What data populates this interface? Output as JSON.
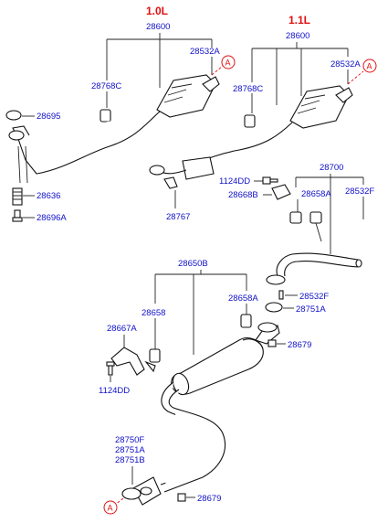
{
  "headers": {
    "engine_1_0": "1.0L",
    "engine_1_1": "1.1L"
  },
  "ref_mark": "A",
  "parts": {
    "p28600_left": "28600",
    "p28532A_left": "28532A",
    "p28768C_left": "28768C",
    "p28695": "28695",
    "p28636": "28636",
    "p28696A": "28696A",
    "p28600_right": "28600",
    "p28532A_right": "28532A",
    "p28768C_right": "28768C",
    "p1124DD_top": "1124DD",
    "p28668B": "28668B",
    "p28767": "28767",
    "p28700": "28700",
    "p28658A_top": "28658A",
    "p28532F_top": "28532F",
    "p28650B": "28650B",
    "p28658": "28658",
    "p28658A_mid": "28658A",
    "p28532F_mid": "28532F",
    "p28751A_mid": "28751A",
    "p28667A": "28667A",
    "p28679_mid": "28679",
    "p1124DD_bottom": "1124DD",
    "p28750F": "28750F",
    "p28751A_bottom": "28751A",
    "p28751B": "28751B",
    "p28679_bottom": "28679"
  }
}
